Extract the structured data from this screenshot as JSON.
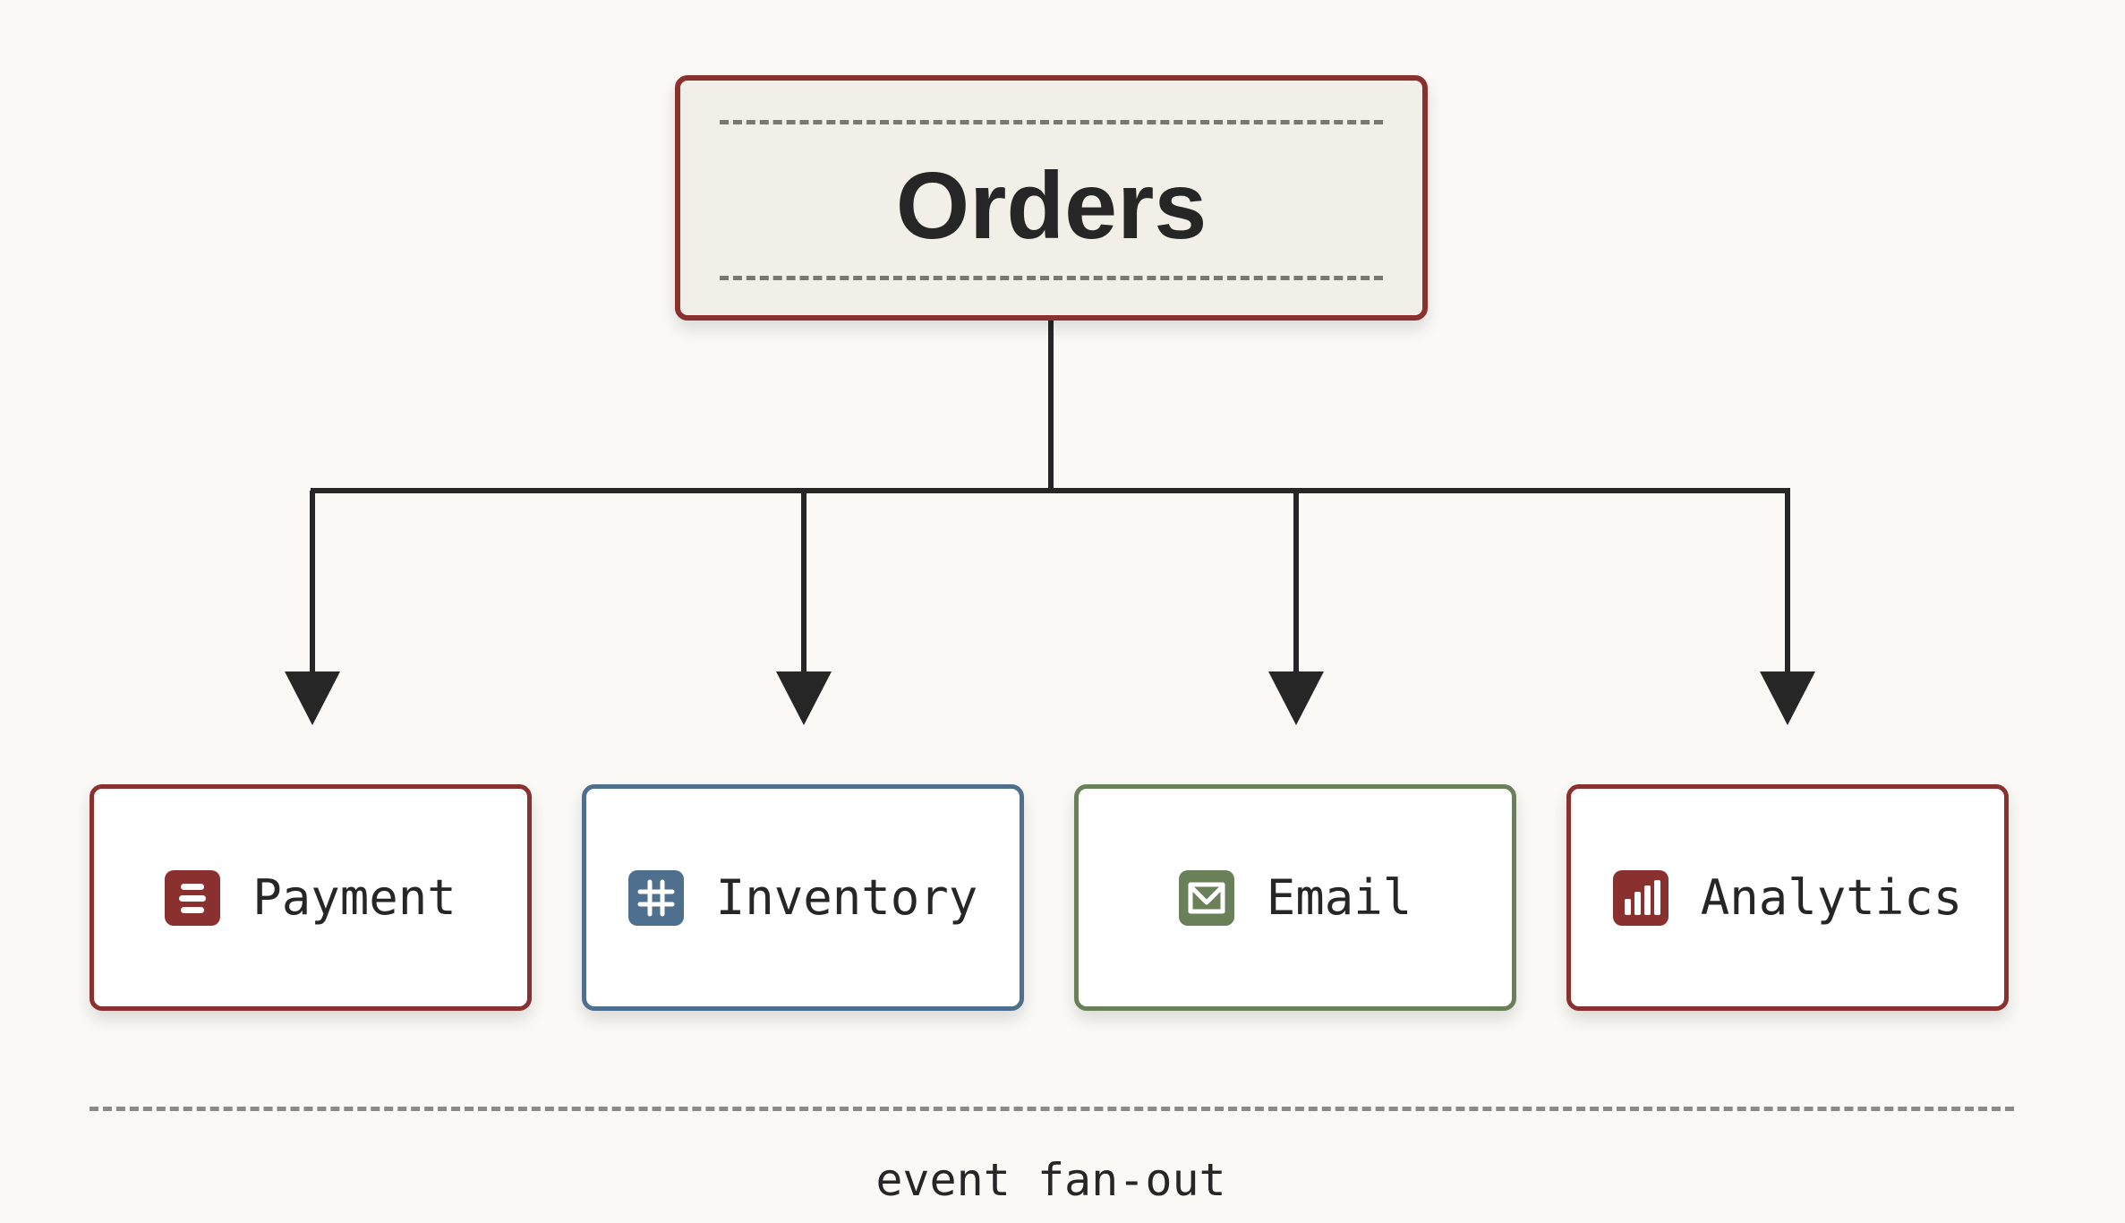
{
  "diagram": {
    "source": {
      "label": "Orders",
      "color": "#8a302e"
    },
    "targets": [
      {
        "label": "Payment",
        "icon": "receipt-icon",
        "color": "#8a302e"
      },
      {
        "label": "Inventory",
        "icon": "hashtag-icon",
        "color": "#4e6f8e"
      },
      {
        "label": "Email",
        "icon": "envelope-icon",
        "color": "#6a8058"
      },
      {
        "label": "Analytics",
        "icon": "bar-chart-icon",
        "color": "#8a302e"
      }
    ],
    "caption": "event fan-out"
  }
}
